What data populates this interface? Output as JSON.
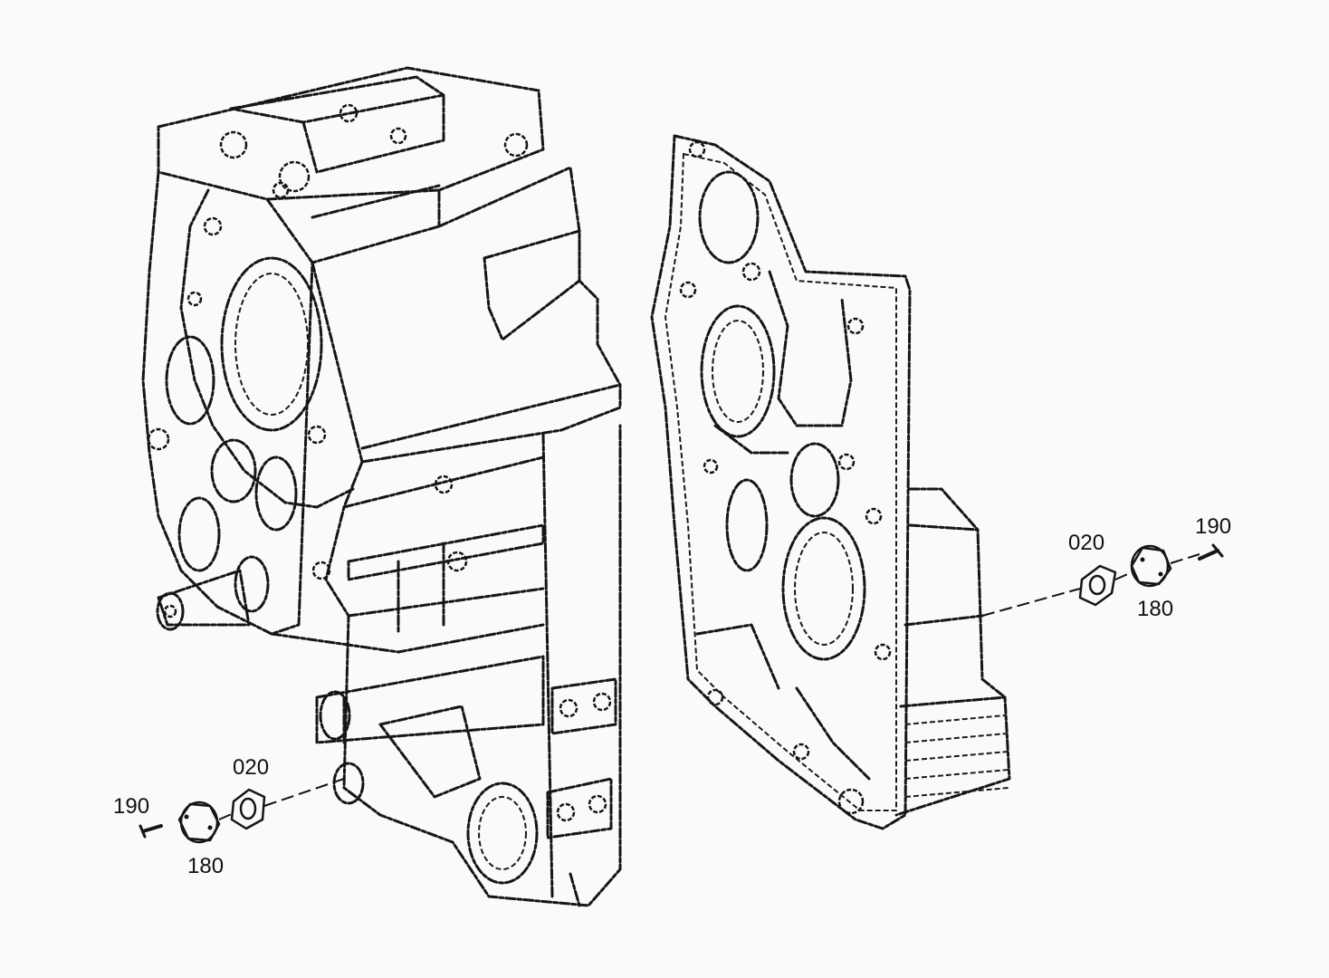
{
  "callouts": {
    "right_020": "020",
    "right_190": "190",
    "right_180": "180",
    "left_020": "020",
    "left_190": "190",
    "left_180": "180"
  },
  "colors": {
    "background": "#fafafa",
    "line": "#161616"
  }
}
